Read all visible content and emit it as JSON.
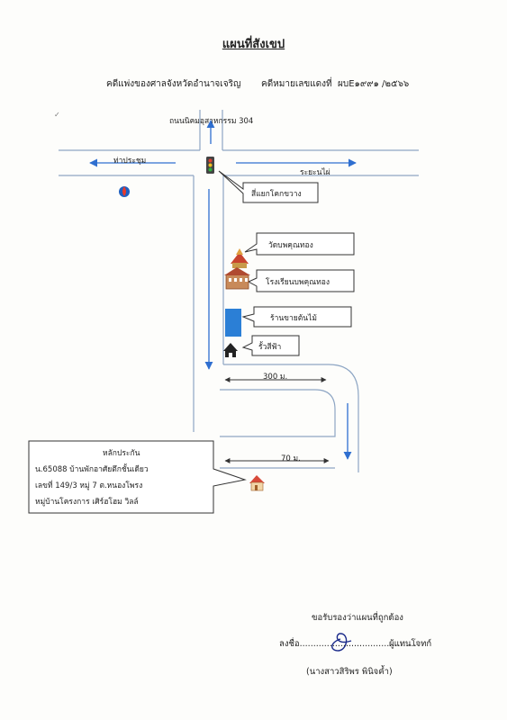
{
  "document": {
    "title": "แผนที่สังเขป",
    "court": "คดีแพ่งของศาลจังหวัดอำนาจเจริญ",
    "case_label": "คดีหมายเลขแดงที่",
    "case_number": "ผบE๑๙๙๑ /๒๕๖๖"
  },
  "map": {
    "roads": {
      "north": "ถนนนิคมอุสาหกรรม 304",
      "west": "ท่าประชุม",
      "east": "ระยะนไผ่"
    },
    "landmarks": {
      "intersection": "สี่แยกโคกขวาง",
      "temple": "วัดบพคุณทอง",
      "school": "โรงเรียนบพคุณทอง",
      "shop": "ร้านขายต้นไม้",
      "fence": "รั้วสีฟ้า"
    },
    "distances": {
      "first": "300 ม.",
      "second": "70 ม."
    },
    "icons": [
      "traffic-light-icon",
      "gas-station-icon",
      "temple-icon",
      "school-icon",
      "house-icon",
      "home-icon"
    ],
    "colors": {
      "road_arrow": "#2f6fd0",
      "shop": "#2b7fd6",
      "house_roof": "#d84a3a"
    }
  },
  "collateral": {
    "heading": "หลักประกัน",
    "line1": "น.65088   บ้านพักอาศัยตึกชั้นเดียว",
    "line2": "เลขที่ 149/3 หมู่ 7  ต.หนองโพรง",
    "line3": "หมู่บ้านโครงการ เศิร์ฮโฮม วิลล์"
  },
  "certification": {
    "statement": "ขอรับรองว่าแผนที่ถูกต้อง",
    "sign_label": "ลงชื่อ...........................................",
    "role": "ผู้แทนโจทก์",
    "name": "(นางสาวสิริพร  พินิจค้ำ)"
  }
}
